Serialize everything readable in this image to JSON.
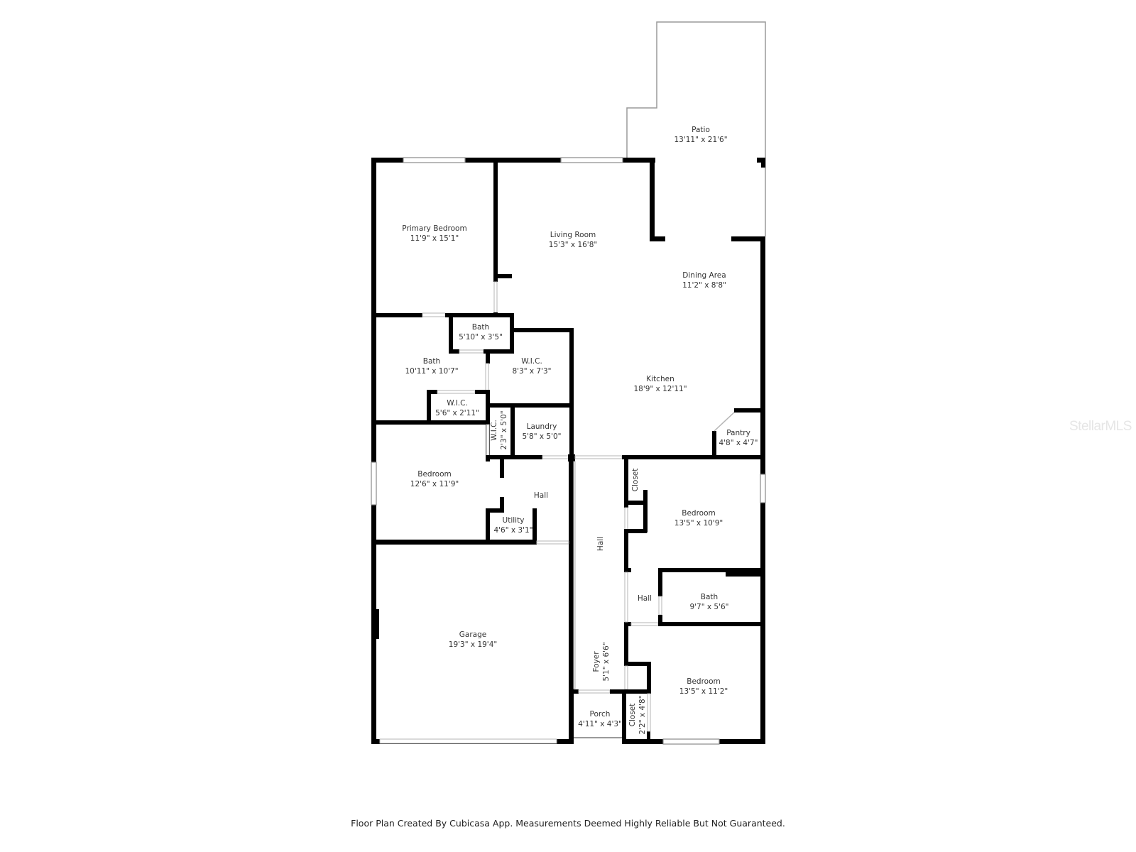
{
  "watermark": "StellarMLS",
  "footer": "Floor Plan Created By Cubicasa App. Measurements Deemed Highly Reliable But Not Guaranteed.",
  "rooms": {
    "patio": {
      "name": "Patio",
      "dims": "13'11\" x 21'6\""
    },
    "primary_bedroom": {
      "name": "Primary Bedroom",
      "dims": "11'9\" x 15'1\""
    },
    "living_room": {
      "name": "Living Room",
      "dims": "15'3\" x 16'8\""
    },
    "dining_area": {
      "name": "Dining Area",
      "dims": "11'2\" x 8'8\""
    },
    "bath_small": {
      "name": "Bath",
      "dims": "5'10\" x 3'5\""
    },
    "bath_primary": {
      "name": "Bath",
      "dims": "10'11\" x 10'7\""
    },
    "wic_large": {
      "name": "W.I.C.",
      "dims": "8'3\" x 7'3\""
    },
    "kitchen": {
      "name": "Kitchen",
      "dims": "18'9\" x 12'11\""
    },
    "wic_small": {
      "name": "W.I.C.",
      "dims": "5'6\" x 2'11\""
    },
    "wic_narrow": {
      "name": "W.I.C.",
      "dims": "2'3\" x 5'0\""
    },
    "laundry": {
      "name": "Laundry",
      "dims": "5'8\" x 5'0\""
    },
    "pantry": {
      "name": "Pantry",
      "dims": "4'8\" x 4'7\""
    },
    "bedroom_2": {
      "name": "Bedroom",
      "dims": "12'6\" x 11'9\""
    },
    "hall_west": {
      "name": "Hall"
    },
    "utility": {
      "name": "Utility",
      "dims": "4'6\" x 3'1\""
    },
    "closet_east": {
      "name": "Closet"
    },
    "bedroom_3": {
      "name": "Bedroom",
      "dims": "13'5\" x 10'9\""
    },
    "hall_center": {
      "name": "Hall"
    },
    "hall_east": {
      "name": "Hall"
    },
    "bath_hall": {
      "name": "Bath",
      "dims": "9'7\" x 5'6\""
    },
    "garage": {
      "name": "Garage",
      "dims": "19'3\" x 19'4\""
    },
    "foyer": {
      "name": "Foyer",
      "dims": "5'1\" x 6'6\""
    },
    "bedroom_4": {
      "name": "Bedroom",
      "dims": "13'5\" x 11'2\""
    },
    "porch": {
      "name": "Porch",
      "dims": "4'11\" x 4'3\""
    },
    "closet_small": {
      "name": "Closet",
      "dims": "2'2\" x 4'8\""
    }
  }
}
